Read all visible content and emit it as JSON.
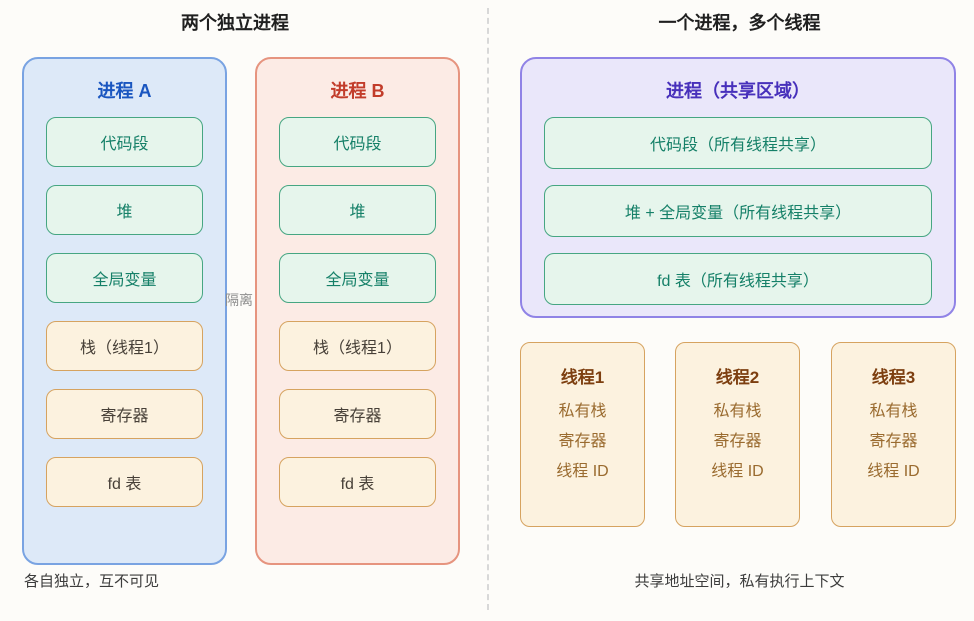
{
  "left_panel": {
    "title": "两个独立进程",
    "isolation_label": "隔离",
    "caption": "各自独立，互不可见",
    "process_a": {
      "title": "进程 A",
      "boxes": [
        "代码段",
        "堆",
        "全局变量",
        "栈（线程1）",
        "寄存器",
        "fd 表"
      ]
    },
    "process_b": {
      "title": "进程 B",
      "boxes": [
        "代码段",
        "堆",
        "全局变量",
        "栈（线程1）",
        "寄存器",
        "fd 表"
      ]
    }
  },
  "right_panel": {
    "title": "一个进程，多个线程",
    "caption": "共享地址空间，私有执行上下文",
    "process_shared": {
      "title": "进程（共享区域）",
      "boxes": [
        "代码段（所有线程共享）",
        "堆 + 全局变量（所有线程共享）",
        "fd 表（所有线程共享）"
      ]
    },
    "threads": [
      {
        "title": "线程1",
        "items": [
          "私有栈",
          "寄存器",
          "线程 ID"
        ]
      },
      {
        "title": "线程2",
        "items": [
          "私有栈",
          "寄存器",
          "线程 ID"
        ]
      },
      {
        "title": "线程3",
        "items": [
          "私有栈",
          "寄存器",
          "线程 ID"
        ]
      }
    ]
  },
  "colors": {
    "page_bg": "#fdfcf9",
    "heading_text": "#1f1f1f",
    "caption_text": "#3c3c3c",
    "isolation_text": "#8e8e8e",
    "divider": "#d8d8d8",
    "shared_box_bg": "#e6f5ec",
    "shared_box_border": "#46a682",
    "shared_box_text": "#158068",
    "private_box_bg": "#fcf2df",
    "private_box_border": "#d6a360",
    "private_box_text": "#474038",
    "process_a_bg": "#dde9f8",
    "process_a_border": "#79a3e2",
    "process_a_title": "#1a56c0",
    "process_b_bg": "#fcebe5",
    "process_b_border": "#e6947f",
    "process_b_title": "#c23c2a",
    "process_shared_bg": "#eae7fa",
    "process_shared_border": "#9083e6",
    "process_shared_title": "#4730bb",
    "thread_title": "#7d3f10",
    "thread_item": "#9a6b2f"
  }
}
